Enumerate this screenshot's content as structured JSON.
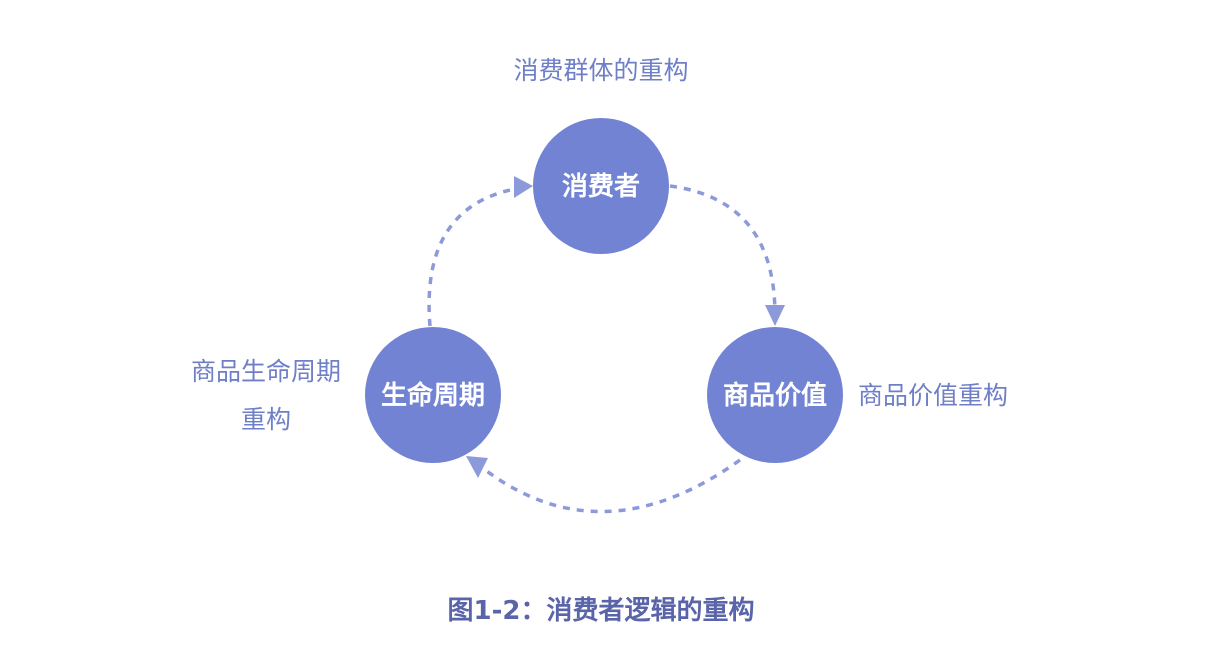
{
  "nodes": {
    "consumer": "消费者",
    "value": "商品价值",
    "lifecycle": "生命周期"
  },
  "annotations": {
    "consumer": "消费群体的重构",
    "value": "商品价值重构",
    "lifecycle_line1": "商品生命周期",
    "lifecycle_line2": "重构"
  },
  "caption": "图1-2：消费者逻辑的重构",
  "colors": {
    "node_fill": "#7283d4",
    "arrow": "#8d9ad9",
    "annotation_text": "#6f7fc7",
    "caption_text": "#5a64a8"
  }
}
